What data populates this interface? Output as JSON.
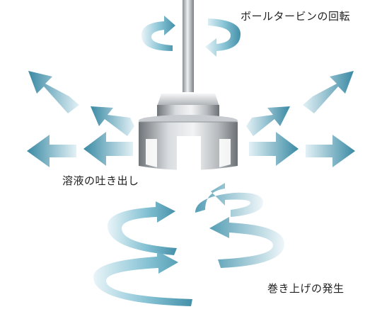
{
  "labels": {
    "rotation": "ボールタービンの回転",
    "discharge": "溶液の吐き出し",
    "upwelling": "巻き上げの発生"
  },
  "colors": {
    "arrow_dark": "#3d8fa8",
    "arrow_light": "#dcefF5",
    "metal_dark": "#7d8286",
    "metal_light": "#e4e7ea",
    "text": "#222222"
  }
}
